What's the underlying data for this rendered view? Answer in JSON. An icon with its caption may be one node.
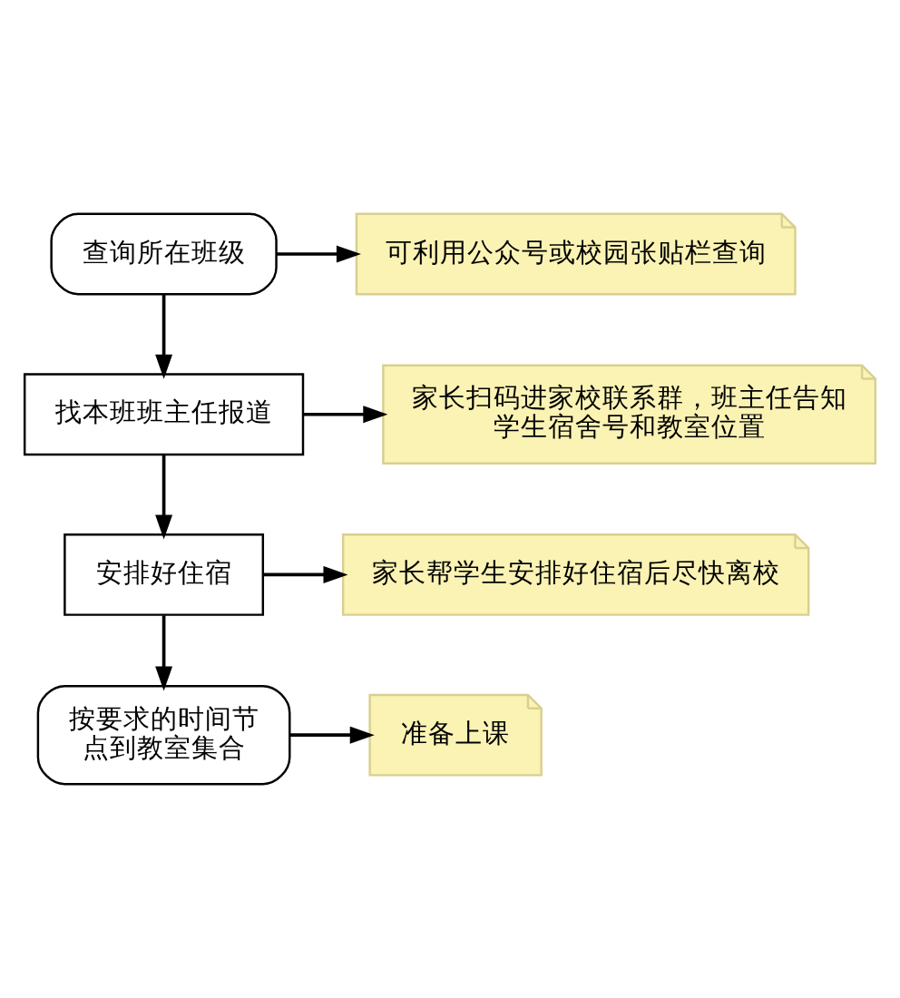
{
  "diagram": {
    "nodes": [
      {
        "text": [
          "查询所在班级"
        ]
      },
      {
        "text": [
          "可利用公众号或校园张贴栏查询"
        ]
      },
      {
        "text": [
          "找本班班主任报道"
        ]
      },
      {
        "text": [
          "家长扫码进家校联系群，班主任告知学生宿舍号和教室位置"
        ]
      },
      {
        "text": [
          "安排好住宿"
        ]
      },
      {
        "text": [
          "家长帮学生安排好住宿后尽快离校"
        ]
      },
      {
        "text": [
          "按要求的时间节点到教室集合"
        ]
      },
      {
        "text": [
          "准备上课"
        ]
      }
    ],
    "edges": [
      {
        "from": 0,
        "to": 1,
        "arrow": "to"
      },
      {
        "from": 0,
        "to": 2,
        "arrow": "to"
      },
      {
        "from": 2,
        "to": 3,
        "arrow": "to"
      },
      {
        "from": 2,
        "to": 4,
        "arrow": "to"
      },
      {
        "from": 4,
        "to": 5,
        "arrow": "to"
      },
      {
        "from": 4,
        "to": 6,
        "arrow": "to"
      },
      {
        "from": 6,
        "to": 7,
        "arrow": "to"
      }
    ]
  }
}
